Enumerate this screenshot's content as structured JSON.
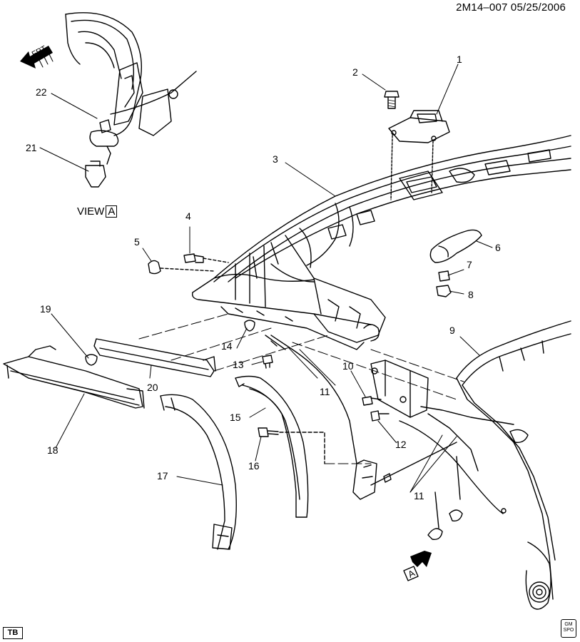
{
  "header": {
    "code": "2M14–007  05/25/2006"
  },
  "view_label": {
    "prefix": "VIEW",
    "letter": "A"
  },
  "front_indicator": {
    "label": "FRT",
    "icon": "front-arrow-icon"
  },
  "view_a_arrow": {
    "letter": "A",
    "icon": "view-direction-arrow-icon"
  },
  "footer": {
    "left_tag": "TB",
    "right_badge": "GM SPO",
    "right_icon": "gm-spo-logo-icon"
  },
  "callouts": [
    "1",
    "2",
    "3",
    "4",
    "5",
    "6",
    "7",
    "8",
    "9",
    "10",
    "11",
    "11",
    "12",
    "13",
    "14",
    "15",
    "16",
    "17",
    "18",
    "19",
    "20",
    "21",
    "22"
  ],
  "colors": {
    "line": "#000000",
    "background": "#ffffff"
  }
}
